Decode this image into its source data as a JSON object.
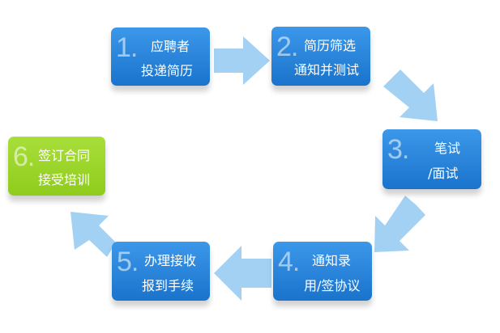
{
  "colors": {
    "step_blue": "#1a73cc",
    "step_blue_light": "#3c98ea",
    "step_green": "#8fcc1c",
    "step_green_light": "#a9de3a",
    "arrow": "#a3d1f3"
  },
  "steps": [
    {
      "number": "1.",
      "line1": "应聘者",
      "line2": "投递简历"
    },
    {
      "number": "2.",
      "line1": "简历筛选",
      "line2": "通知并测试"
    },
    {
      "number": "3.",
      "line1": "笔试",
      "line2": "/面试"
    },
    {
      "number": "4.",
      "line1": "通知录",
      "line2": "用/签协议"
    },
    {
      "number": "5.",
      "line1": "办理接收",
      "line2": "报到手续"
    },
    {
      "number": "6.",
      "line1": "签订合同",
      "line2": "接受培训"
    }
  ]
}
